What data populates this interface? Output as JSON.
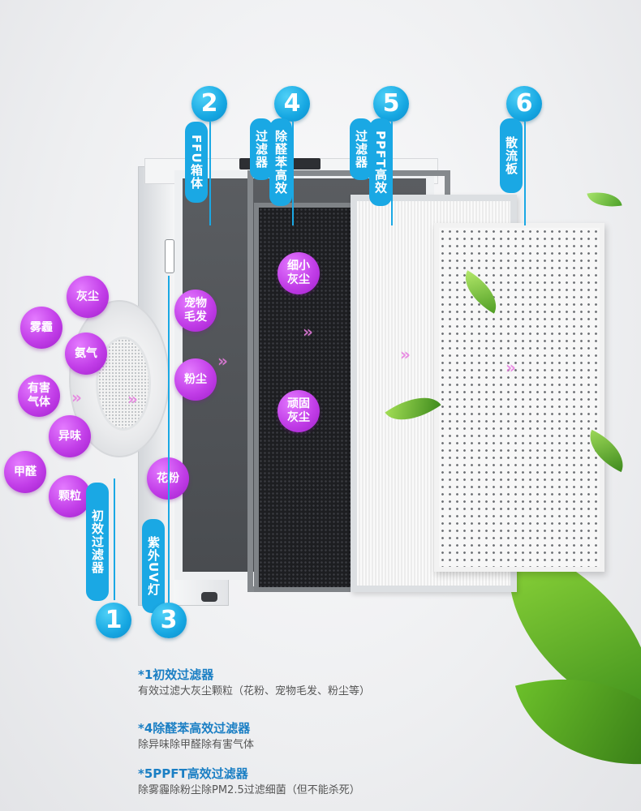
{
  "labels": {
    "n1": "1",
    "n2": "2",
    "n3": "3",
    "n4": "4",
    "n5": "5",
    "n6": "6",
    "l1": "初效过滤器",
    "l2": "FFU箱体",
    "l3": "紫外UV灯",
    "l4a": "除醛苯高效",
    "l4b": "过滤器",
    "l5a": "PPFT高效",
    "l5b": "过滤器",
    "l6": "散流板"
  },
  "bubbles": {
    "dust": "灰尘",
    "smog": "雾霾",
    "ammonia": "氨气",
    "harmful_gas": "有害气体",
    "odor": "异味",
    "formaldehyde": "甲醛",
    "particles": "颗粒",
    "pet_hair": "宠物毛发",
    "pollen_dust": "粉尘",
    "pollen": "花粉",
    "fine_dust": "细小灰尘",
    "stubborn_dust": "顽固灰尘"
  },
  "chevron": "»",
  "features": [
    {
      "title": "*1初效过滤器",
      "desc": "有效过滤大灰尘颗粒（花粉、宠物毛发、粉尘等）"
    },
    {
      "title": "*4除醛苯高效过滤器",
      "desc": "除异味除甲醛除有害气体"
    },
    {
      "title": "*5PPFT高效过滤器",
      "desc": "除雾霾除粉尘除PM2.5过滤细菌（但不能杀死）"
    }
  ]
}
